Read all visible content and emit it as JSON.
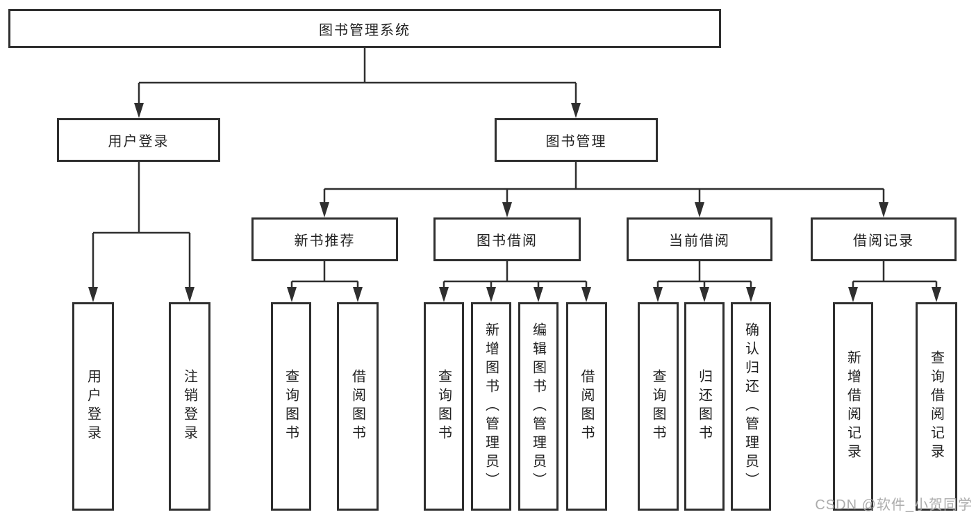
{
  "diagram": {
    "watermark": "CSDN @软件_小贺同学",
    "colors": {
      "line": "#2f2f2f",
      "text": "#222222",
      "background": "#ffffff",
      "watermark": "#a5a5a5"
    },
    "tree": {
      "label": "图书管理系统",
      "children": [
        {
          "label": "用户登录",
          "children": [
            {
              "label": "用户登录"
            },
            {
              "label": "注销登录"
            }
          ]
        },
        {
          "label": "图书管理",
          "children": [
            {
              "label": "新书推荐",
              "children": [
                {
                  "label": "查询图书"
                },
                {
                  "label": "借阅图书"
                }
              ]
            },
            {
              "label": "图书借阅",
              "children": [
                {
                  "label": "查询图书"
                },
                {
                  "label": "新增图书（管理员）"
                },
                {
                  "label": "编辑图书（管理员）"
                },
                {
                  "label": "借阅图书"
                }
              ]
            },
            {
              "label": "当前借阅",
              "children": [
                {
                  "label": "查询图书"
                },
                {
                  "label": "归还图书"
                },
                {
                  "label": "确认归还（管理员）"
                }
              ]
            },
            {
              "label": "借阅记录",
              "children": [
                {
                  "label": "新增借阅记录"
                },
                {
                  "label": "查询借阅记录"
                }
              ]
            }
          ]
        }
      ]
    }
  }
}
